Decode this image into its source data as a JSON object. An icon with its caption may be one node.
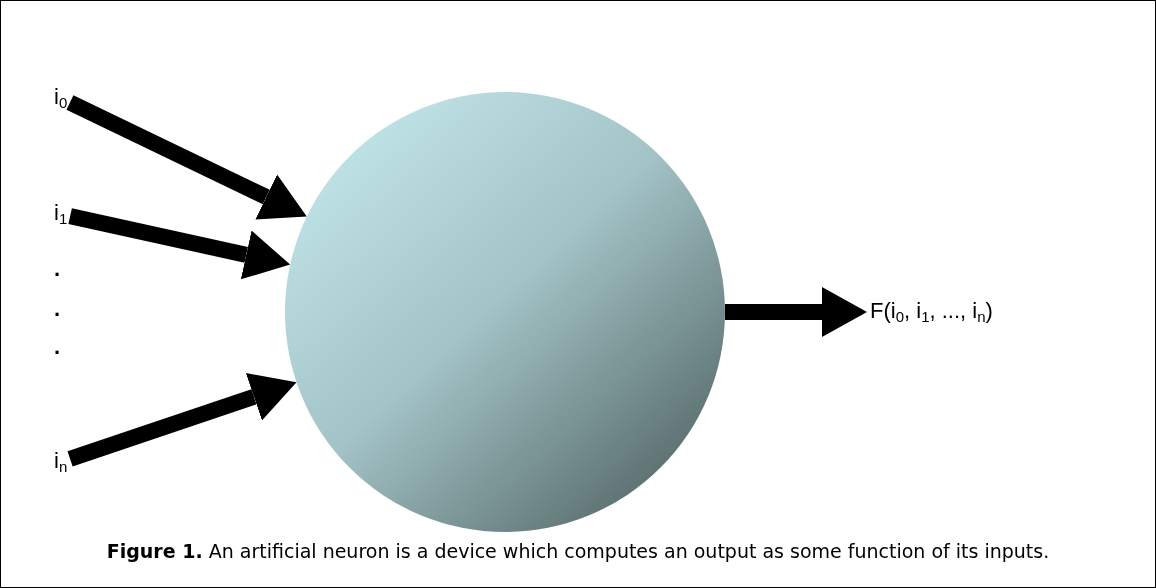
{
  "diagram": {
    "caption": "**Figure 1.** An artificial neuron is a device which computes an output as some function of its inputs.",
    "nodes": [
      {
        "text": [
          "i$_{0}$"
        ]
      },
      {
        "text": [
          "i$_{1}$"
        ]
      },
      {
        "text": [
          "i$_{n}$"
        ]
      },
      {
        "text": [],
        "shape": "circle"
      },
      {
        "text": [
          "F(i$_{0}$, i$_{1}$, ..., i$_{n}$)"
        ]
      }
    ],
    "edges": [
      {
        "from": 0,
        "to": 3,
        "arrow": "to"
      },
      {
        "from": 1,
        "to": 3,
        "arrow": "to"
      },
      {
        "from": 2,
        "to": 3,
        "arrow": "to"
      },
      {
        "from": 3,
        "to": 4,
        "arrow": "to"
      }
    ],
    "labels": [
      ".",
      ".",
      "."
    ]
  }
}
